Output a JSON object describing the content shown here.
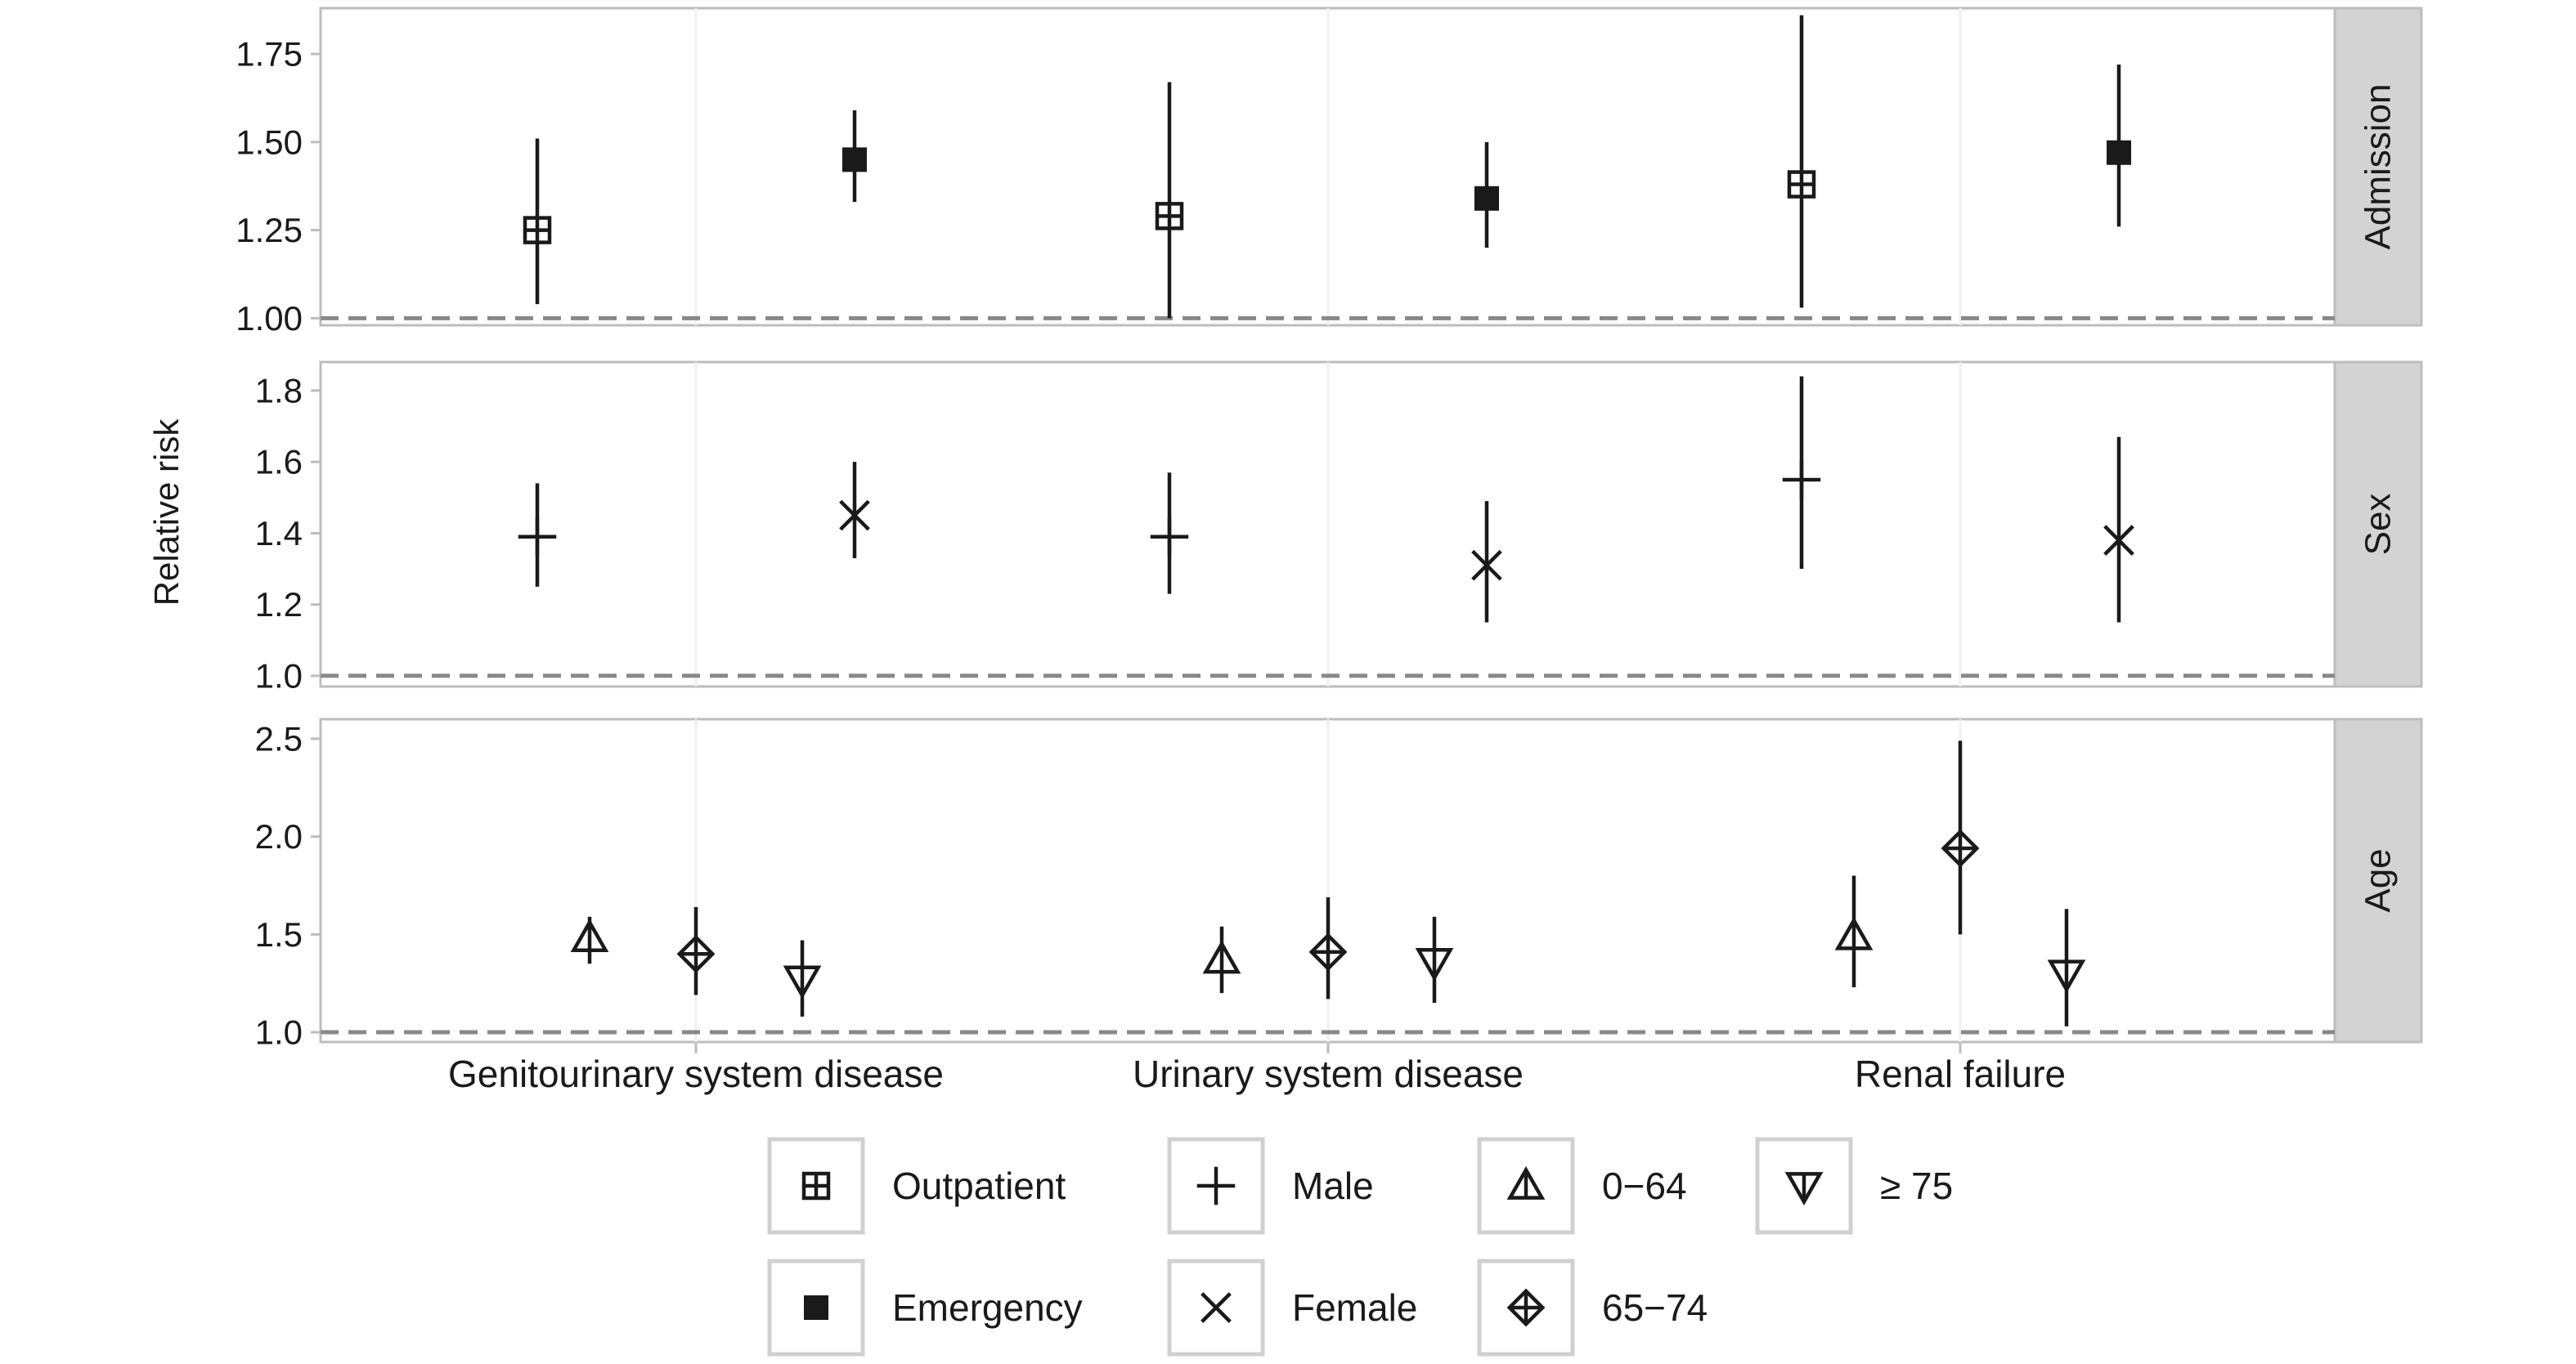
{
  "chart_data": {
    "type": "scatter",
    "subtype": "point-range (estimate with confidence interval), faceted by row",
    "ylabel": "Relative risk",
    "categories": [
      "Genitourinary system disease",
      "Urinary system disease",
      "Renal failure"
    ],
    "reference_line": 1.0,
    "panels": [
      {
        "strip": "Admission",
        "ylim": [
          0.98,
          1.88
        ],
        "yticks": [
          1.0,
          1.25,
          1.5,
          1.75
        ],
        "ytick_labels": [
          "1.00",
          "1.25",
          "1.50",
          "1.75"
        ],
        "series": [
          {
            "name": "Outpatient",
            "marker": "square-plus",
            "values": [
              1.25,
              1.29,
              1.38
            ],
            "lower": [
              1.04,
              1.0,
              1.03
            ],
            "upper": [
              1.51,
              1.67,
              1.86
            ]
          },
          {
            "name": "Emergency",
            "marker": "filled-square",
            "values": [
              1.45,
              1.34,
              1.47
            ],
            "lower": [
              1.33,
              1.2,
              1.26
            ],
            "upper": [
              1.59,
              1.5,
              1.72
            ]
          }
        ]
      },
      {
        "strip": "Sex",
        "ylim": [
          0.97,
          1.88
        ],
        "yticks": [
          1.0,
          1.2,
          1.4,
          1.6,
          1.8
        ],
        "ytick_labels": [
          "1.0",
          "1.2",
          "1.4",
          "1.6",
          "1.8"
        ],
        "series": [
          {
            "name": "Male",
            "marker": "plus",
            "values": [
              1.39,
              1.39,
              1.55
            ],
            "lower": [
              1.25,
              1.23,
              1.3
            ],
            "upper": [
              1.54,
              1.57,
              1.84
            ]
          },
          {
            "name": "Female",
            "marker": "cross",
            "values": [
              1.45,
              1.31,
              1.38
            ],
            "lower": [
              1.33,
              1.15,
              1.15
            ],
            "upper": [
              1.6,
              1.49,
              1.67
            ]
          }
        ]
      },
      {
        "strip": "Age",
        "ylim": [
          0.95,
          2.6
        ],
        "yticks": [
          1.0,
          1.5,
          2.0,
          2.5
        ],
        "ytick_labels": [
          "1.0",
          "1.5",
          "2.0",
          "2.5"
        ],
        "series": [
          {
            "name": "0−64",
            "marker": "triangle-up",
            "values": [
              1.48,
              1.37,
              1.49
            ],
            "lower": [
              1.35,
              1.2,
              1.23
            ],
            "upper": [
              1.59,
              1.54,
              1.8
            ]
          },
          {
            "name": "65−74",
            "marker": "diamond-plus",
            "values": [
              1.4,
              1.41,
              1.94
            ],
            "lower": [
              1.19,
              1.17,
              1.5
            ],
            "upper": [
              1.64,
              1.69,
              2.49
            ]
          },
          {
            "name": "≥ 75",
            "marker": "triangle-down",
            "values": [
              1.27,
              1.36,
              1.3
            ],
            "lower": [
              1.08,
              1.15,
              1.03
            ],
            "upper": [
              1.47,
              1.59,
              1.63
            ]
          }
        ]
      }
    ],
    "legend": {
      "placement": "bottom",
      "entries": [
        {
          "label": "Outpatient",
          "marker": "square-plus"
        },
        {
          "label": "Male",
          "marker": "plus"
        },
        {
          "label": "0−64",
          "marker": "triangle-up"
        },
        {
          "label": "≥ 75",
          "marker": "triangle-down"
        },
        {
          "label": "Emergency",
          "marker": "filled-square"
        },
        {
          "label": "Female",
          "marker": "cross"
        },
        {
          "label": "65−74",
          "marker": "diamond-plus"
        }
      ]
    },
    "grid": true,
    "colors": {
      "point": "#1a1a1a",
      "panel_border": "#bdbdbd",
      "strip_fill": "#d3d3d3",
      "reference_line": "#888888",
      "grid": "#ffffff"
    }
  }
}
